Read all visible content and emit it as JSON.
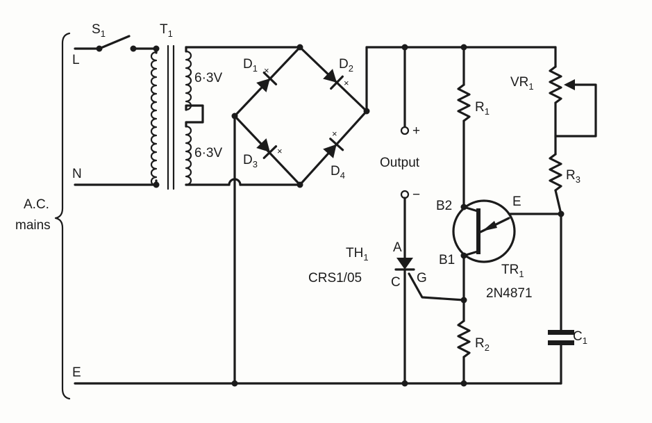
{
  "labels": {
    "s1": "S",
    "s1_sub": "1",
    "t1": "T",
    "t1_sub": "1",
    "live": "L",
    "neutral": "N",
    "earth": "E",
    "ac_line1": "A.C.",
    "ac_line2": "mains",
    "v_upper": "6·3V",
    "v_lower": "6·3V",
    "d1": "D",
    "d1_sub": "1",
    "d2": "D",
    "d2_sub": "2",
    "d3": "D",
    "d3_sub": "3",
    "d4": "D",
    "d4_sub": "4",
    "plus": "+",
    "minus": "−",
    "output": "Output",
    "r1": "R",
    "r1_sub": "1",
    "r2": "R",
    "r2_sub": "2",
    "r3": "R",
    "r3_sub": "3",
    "vr1": "VR",
    "vr1_sub": "1",
    "c1": "C",
    "c1_sub": "1",
    "b2": "B2",
    "b1": "B1",
    "e_ujt": "E",
    "tr1": "TR",
    "tr1_sub": "1",
    "tr1_part": "2N4871",
    "th1": "TH",
    "th1_sub": "1",
    "th1_part": "CRS1/05",
    "anode": "A",
    "cathode": "C",
    "gate": "G"
  }
}
